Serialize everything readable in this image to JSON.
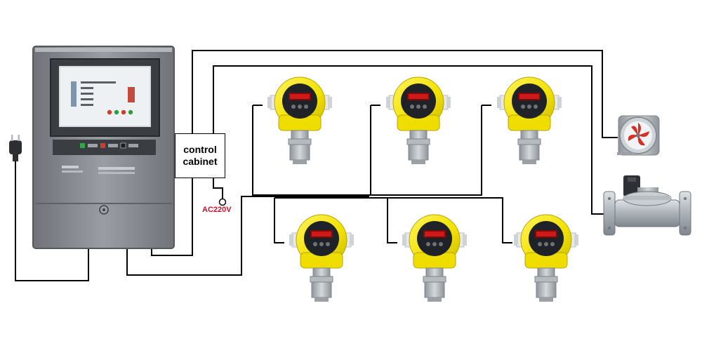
{
  "diagram": {
    "control_cabinet_label": "control\ncabinet",
    "power_label": "AC220V",
    "detectors_top_row": 3,
    "detectors_bottom_row": 3
  },
  "devices": {
    "alarm_controller": {
      "screen_text": "",
      "brand_text": ""
    },
    "detector_icon": "gas-detector-icon",
    "fan_icon": "exhaust-fan-icon",
    "valve_icon": "solenoid-valve-icon",
    "plug_icon": "power-plug-icon"
  },
  "colors": {
    "wire": "#000000",
    "detector_yellow": "#f2e100",
    "detector_grey": "#9aa0a6",
    "controller_grey": "#8a8d93",
    "power_red": "#c8102e"
  }
}
